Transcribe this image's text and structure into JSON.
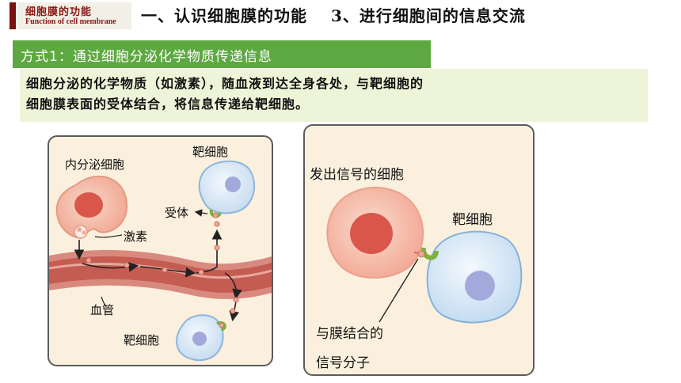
{
  "header": {
    "badge_title": "细胞膜的功能",
    "badge_subtitle": "Function of cell membrane",
    "title_part1": "一、认识细胞膜的功能",
    "title_part2": "3、进行细胞间的信息交流"
  },
  "method": {
    "banner": "方式1：通过细胞分泌化学物质传递信息",
    "description_line1": "细胞分泌的化学物质（如激素），随血液到达全身各处，与靶细胞的",
    "description_line2": "细胞膜表面的受体结合，将信息传递给靶细胞。"
  },
  "left_diagram": {
    "endocrine_cell": "内分泌细胞",
    "target_cell_top": "靶细胞",
    "receptor": "受体",
    "hormone": "激素",
    "blood_vessel": "血管",
    "target_cell_bottom": "靶细胞"
  },
  "right_diagram": {
    "signal_cell": "发出信号的细胞",
    "target_cell": "靶细胞",
    "signal_molecule_line1": "与膜结合的",
    "signal_molecule_line2": "信号分子"
  },
  "colors": {
    "badge_red": "#8b1714",
    "banner_green": "#5ea842",
    "desc_bg": "#eef4d8",
    "panel_bg": "#fbf0de",
    "secretory_cell": "#f4b7a4",
    "nucleus_red": "#d9574a",
    "target_cell": "#d7e8f7",
    "target_nucleus": "#a4a9dc",
    "receptor_green": "#7cb23c",
    "vessel": "#c05a50"
  }
}
